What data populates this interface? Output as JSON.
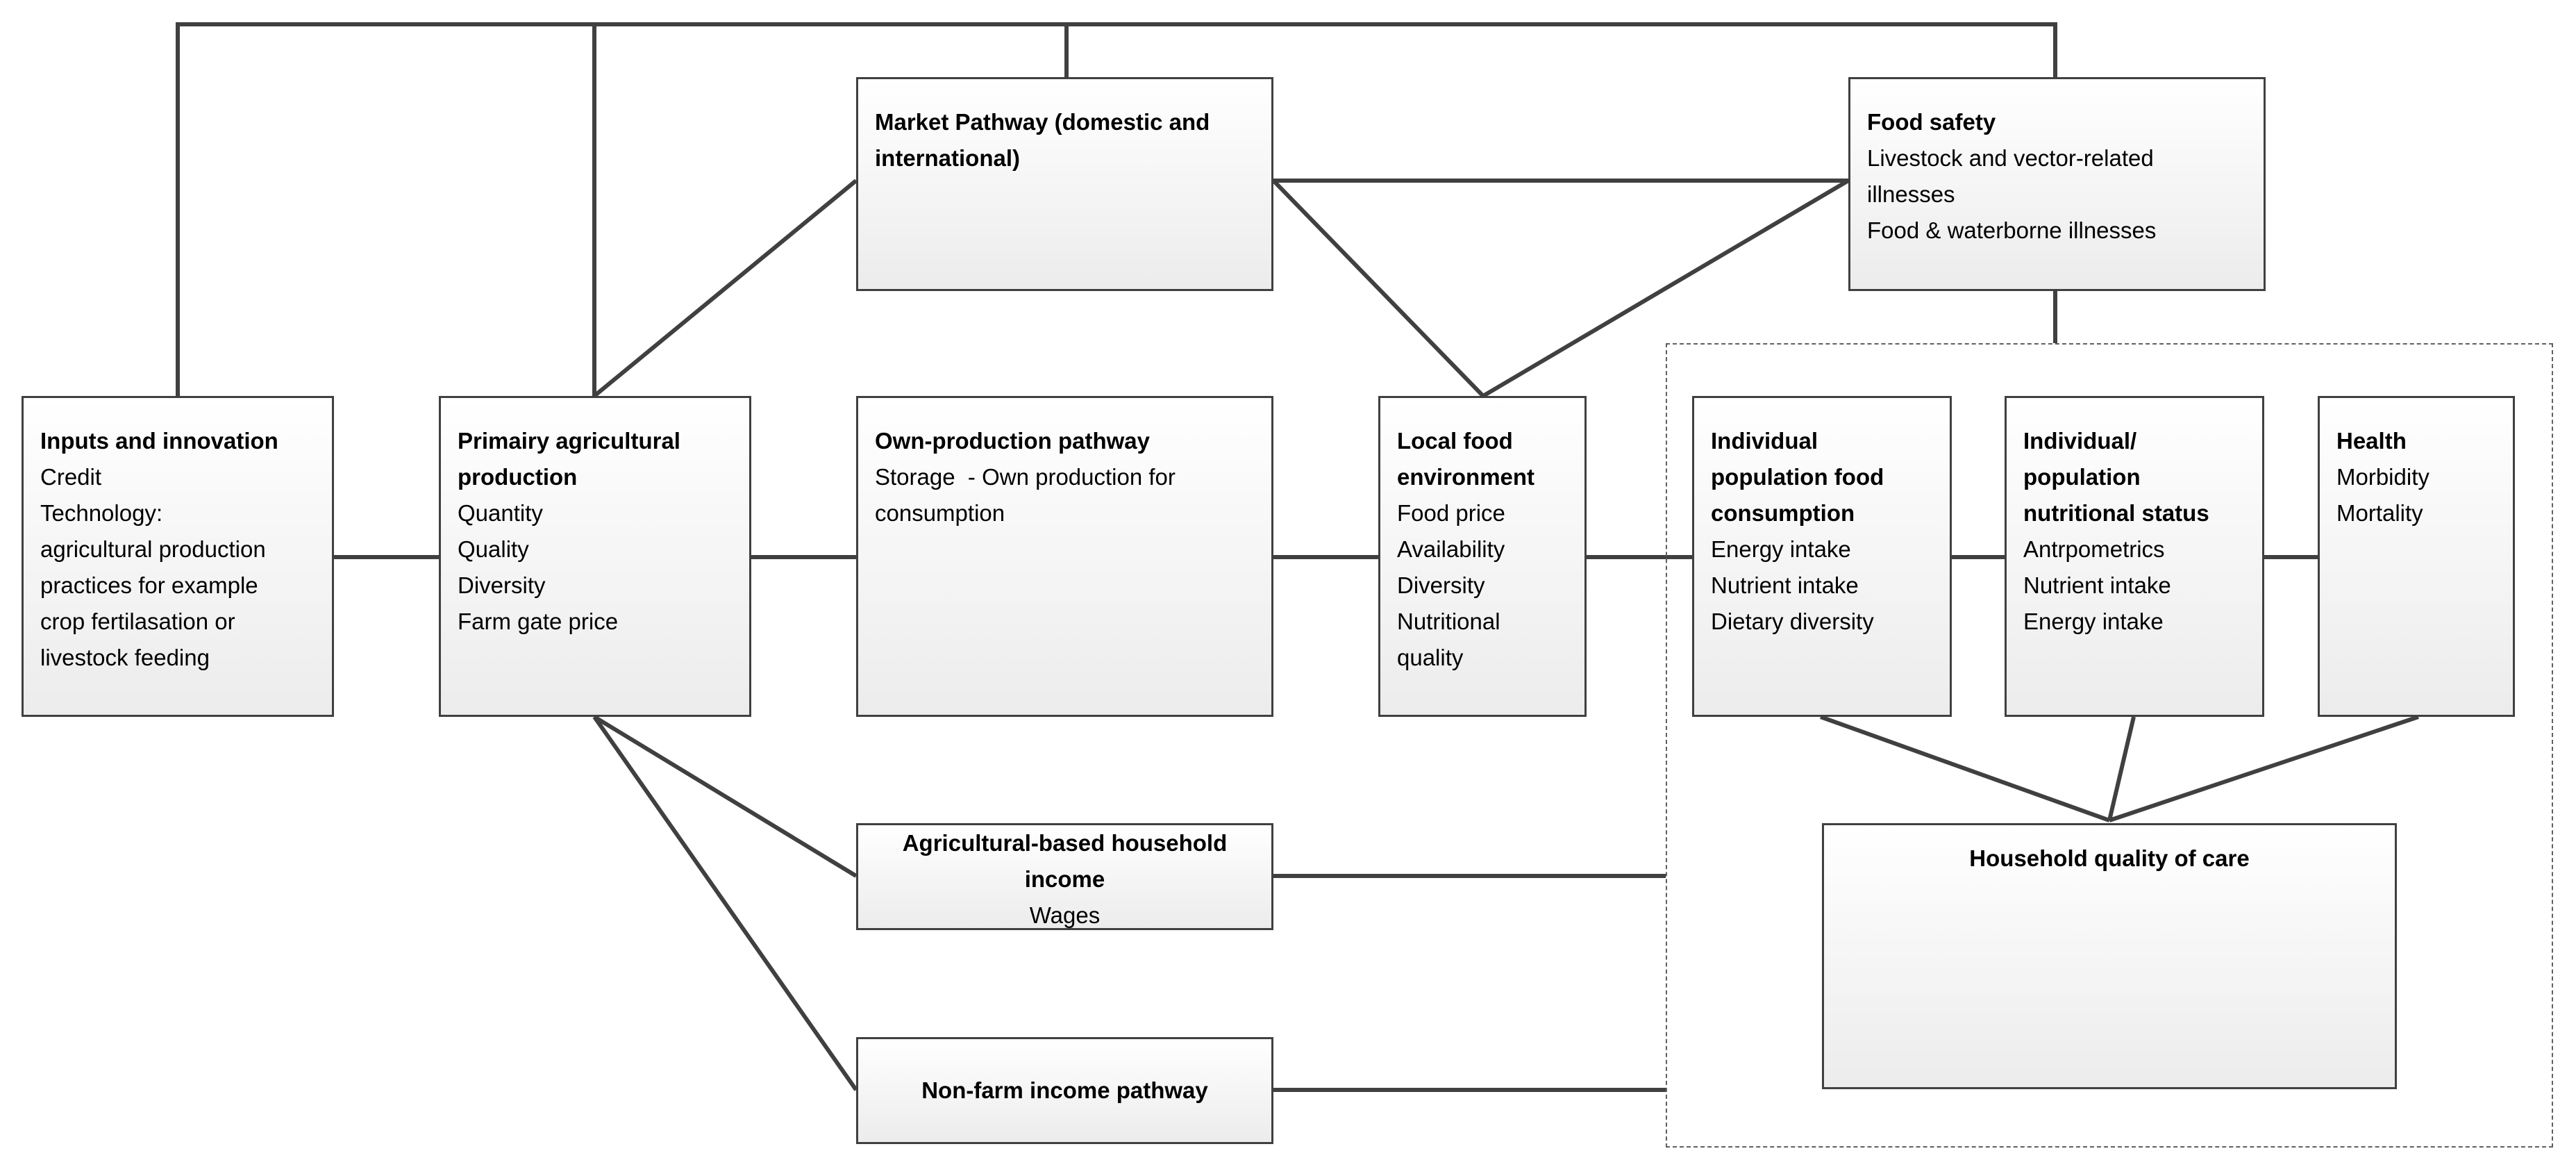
{
  "colors": {
    "line": "#404040",
    "box_top": "#ffffff",
    "box_bottom": "#ececec"
  },
  "boxes": {
    "inputs": {
      "title": "Inputs and innovation",
      "items": [
        "Credit",
        "Technology:",
        "agricultural production",
        "practices for example",
        "crop fertilasation or",
        "livestock feeding"
      ]
    },
    "primary": {
      "title": [
        "Primairy agricultural",
        "production"
      ],
      "items": [
        "Quantity",
        "Quality",
        "Diversity",
        "Farm gate price"
      ]
    },
    "market": {
      "title": [
        "Market Pathway (domestic and",
        "international)"
      ]
    },
    "own": {
      "title": "Own-production pathway",
      "items": [
        "Storage  - Own production for",
        "consumption"
      ]
    },
    "local": {
      "title": [
        "Local food",
        "environment"
      ],
      "items": [
        "Food price",
        "Availability",
        "Diversity",
        "Nutritional",
        "quality"
      ]
    },
    "safety": {
      "title": "Food safety",
      "items": [
        "Livestock and vector-related",
        "illnesses",
        "Food & waterborne illnesses"
      ]
    },
    "consumption": {
      "title": [
        "Individual",
        "population food",
        "consumption"
      ],
      "items": [
        "Energy intake",
        "Nutrient intake",
        "Dietary diversity"
      ]
    },
    "status": {
      "title": [
        "Individual/",
        "population",
        "nutritional status"
      ],
      "items": [
        "Antrpometrics",
        "Nutrient intake",
        "Energy intake"
      ]
    },
    "health": {
      "title": "Health",
      "items": [
        "Morbidity",
        "Mortality"
      ]
    },
    "agri_income": {
      "title": [
        "Agricultural-based household",
        "income"
      ],
      "items": [
        "Wages"
      ]
    },
    "nonfarm": {
      "title": "Non-farm income pathway"
    },
    "care": {
      "title": "Household quality of care"
    }
  }
}
